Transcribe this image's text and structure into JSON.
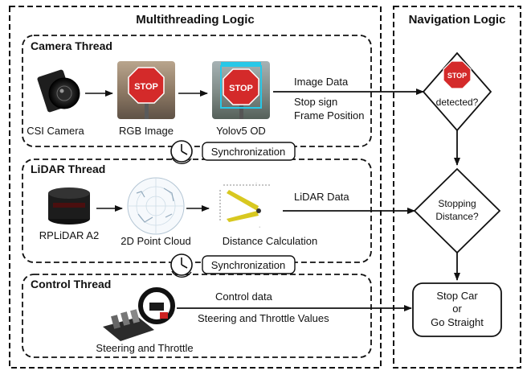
{
  "sections": {
    "multithreading_title": "Multithreading Logic",
    "navigation_title": "Navigation Logic"
  },
  "camera_thread": {
    "title": "Camera Thread",
    "csi_camera": "CSI Camera",
    "rgb_image": "RGB Image",
    "yolo": "Yolov5 OD",
    "stop_text": "STOP",
    "image_data": "Image Data",
    "stop_sign": "Stop sign",
    "frame_position": "Frame Position"
  },
  "sync": {
    "label_1": "Synchronization",
    "label_2": "Synchronization"
  },
  "lidar_thread": {
    "title": "LiDAR Thread",
    "rplidar": "RPLiDAR A2",
    "point_cloud": "2D Point Cloud",
    "distance_calc": "Distance Calculation",
    "lidar_data": "LiDAR Data"
  },
  "control_thread": {
    "title": "Control Thread",
    "control_data": "Control data",
    "steering_values": "Steering and Throttle Values",
    "steering_throttle": "Steering and Throttle"
  },
  "navigation": {
    "stop_text": "STOP",
    "detected": "detected?",
    "stopping_1": "Stopping",
    "stopping_2": "Distance?",
    "action_1": "Stop Car",
    "action_2": "or",
    "action_3": "Go Straight"
  },
  "colors": {
    "stop_red": "#d42a2a",
    "bbox_cyan": "#28c8e8",
    "line": "#111111"
  }
}
